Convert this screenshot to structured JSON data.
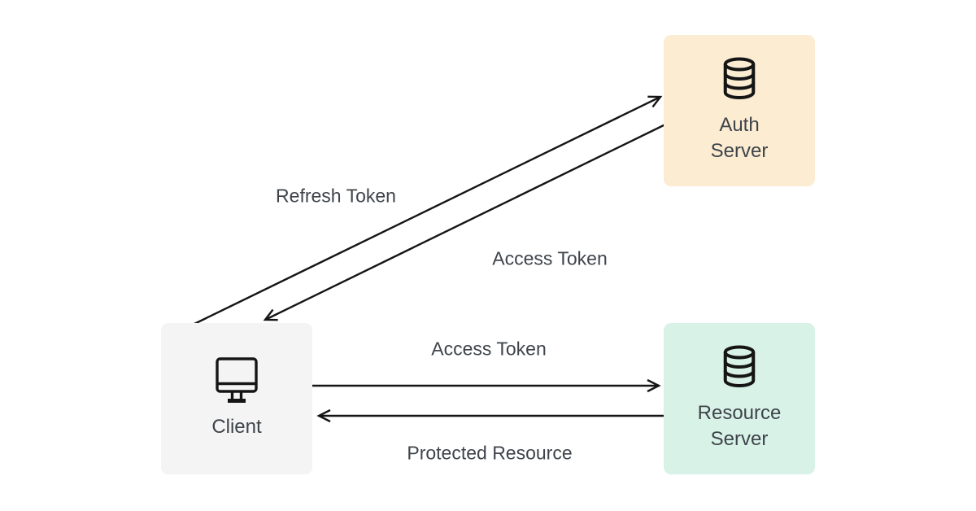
{
  "diagram": {
    "type": "flow-diagram",
    "background": "#ffffff",
    "line_color": "#151515",
    "text_color": "#3e444a",
    "nodes": [
      {
        "id": "auth-server",
        "label": "Auth Server",
        "icon": "database-icon",
        "color": "#fbecd2"
      },
      {
        "id": "client",
        "label": "Client",
        "icon": "monitor-icon",
        "color": "#f4f4f4"
      },
      {
        "id": "resource-server",
        "label": "Resource Server",
        "icon": "database-icon",
        "color": "#d9f2e7"
      }
    ],
    "edges": [
      {
        "from": "client",
        "to": "auth-server",
        "label": "Refresh Token"
      },
      {
        "from": "auth-server",
        "to": "client",
        "label": "Access Token"
      },
      {
        "from": "client",
        "to": "resource-server",
        "label": "Access Token"
      },
      {
        "from": "resource-server",
        "to": "client",
        "label": "Protected Resource"
      }
    ]
  }
}
